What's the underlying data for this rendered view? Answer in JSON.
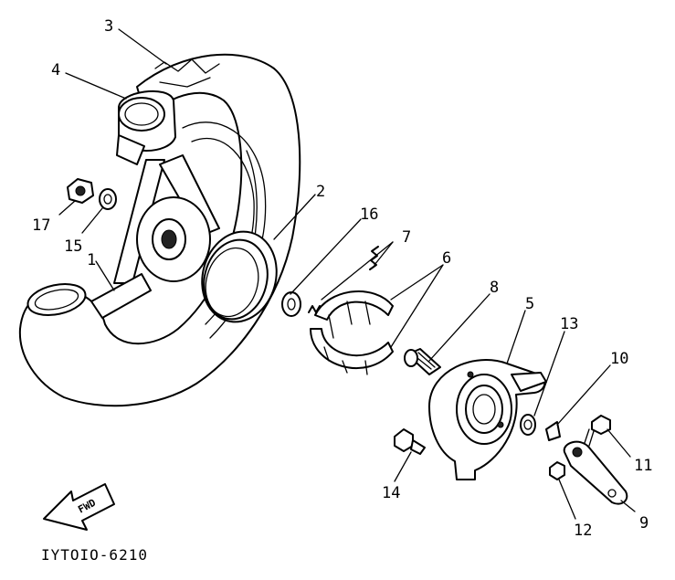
{
  "callouts": [
    {
      "id": "c1",
      "text": "1"
    },
    {
      "id": "c2",
      "text": "2"
    },
    {
      "id": "c3",
      "text": "3"
    },
    {
      "id": "c4",
      "text": "4"
    },
    {
      "id": "c5",
      "text": "5"
    },
    {
      "id": "c6",
      "text": "6"
    },
    {
      "id": "c7",
      "text": "7"
    },
    {
      "id": "c8",
      "text": "8"
    },
    {
      "id": "c9",
      "text": "9"
    },
    {
      "id": "c10",
      "text": "10"
    },
    {
      "id": "c11",
      "text": "11"
    },
    {
      "id": "c12",
      "text": "12"
    },
    {
      "id": "c13",
      "text": "13"
    },
    {
      "id": "c14",
      "text": "14"
    },
    {
      "id": "c15",
      "text": "15"
    },
    {
      "id": "c16",
      "text": "16"
    },
    {
      "id": "c17",
      "text": "17"
    }
  ],
  "fwd_label": "FWD",
  "diagram_code": "IYTOIO-6210"
}
